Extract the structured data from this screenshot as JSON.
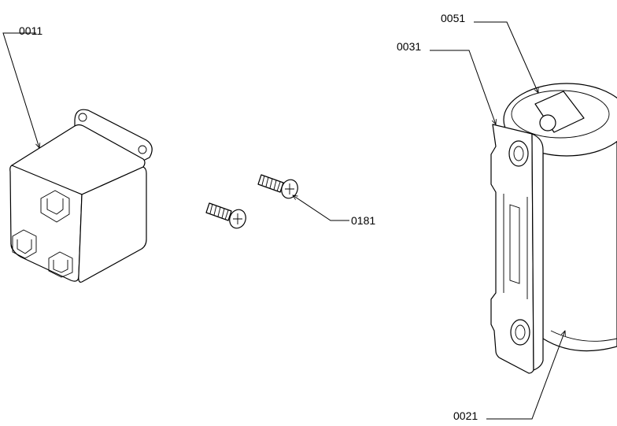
{
  "labels": {
    "transformer": "0011",
    "screws": "0181",
    "bracket": "0031",
    "cap": "0051",
    "capacitor": "0021"
  }
}
